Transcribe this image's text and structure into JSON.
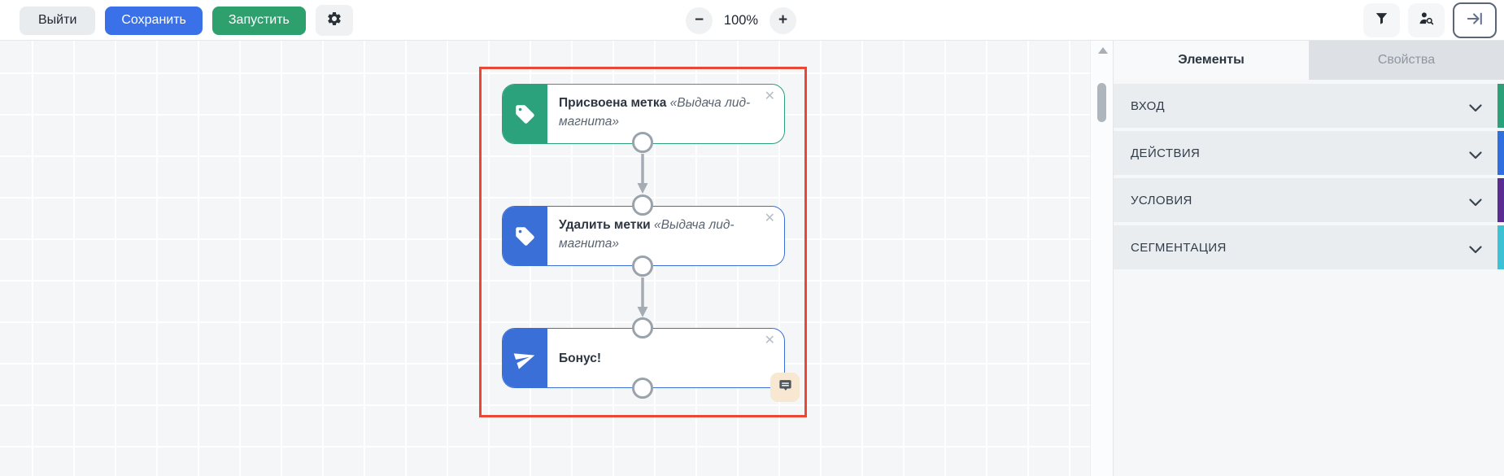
{
  "toolbar": {
    "exit_label": "Выйти",
    "save_label": "Сохранить",
    "run_label": "Запустить",
    "zoom_out_label": "−",
    "zoom_level": "100%",
    "zoom_in_label": "+",
    "colors": {
      "save_bg": "#3b71e8",
      "run_bg": "#2da06e"
    }
  },
  "canvas": {
    "selection_color": "#ea4734",
    "nodes": [
      {
        "title": "Присвоена метка",
        "subtitle": "«Выдача лид-магнита»",
        "icon": "tag-icon",
        "accent": "#2ba17c",
        "close_label": "✕"
      },
      {
        "title": "Удалить метки",
        "subtitle": "«Выдача лид-магнита»",
        "icon": "tag-icon",
        "accent": "#3b6fd8",
        "close_label": "✕"
      },
      {
        "title": "Бонус!",
        "subtitle": "",
        "icon": "send-icon",
        "accent": "#3b6fd8",
        "close_label": "✕",
        "badge_icon": "note-icon"
      }
    ]
  },
  "sidebar": {
    "tabs": {
      "elements": "Элементы",
      "properties": "Свойства"
    },
    "sections": [
      {
        "label": "ВХОД",
        "accent": "#2ba179"
      },
      {
        "label": "ДЕЙСТВИЯ",
        "accent": "#2f6fe0"
      },
      {
        "label": "УСЛОВИЯ",
        "accent": "#5b2c91"
      },
      {
        "label": "СЕГМЕНТАЦИЯ",
        "accent": "#3bc3d5"
      }
    ]
  }
}
